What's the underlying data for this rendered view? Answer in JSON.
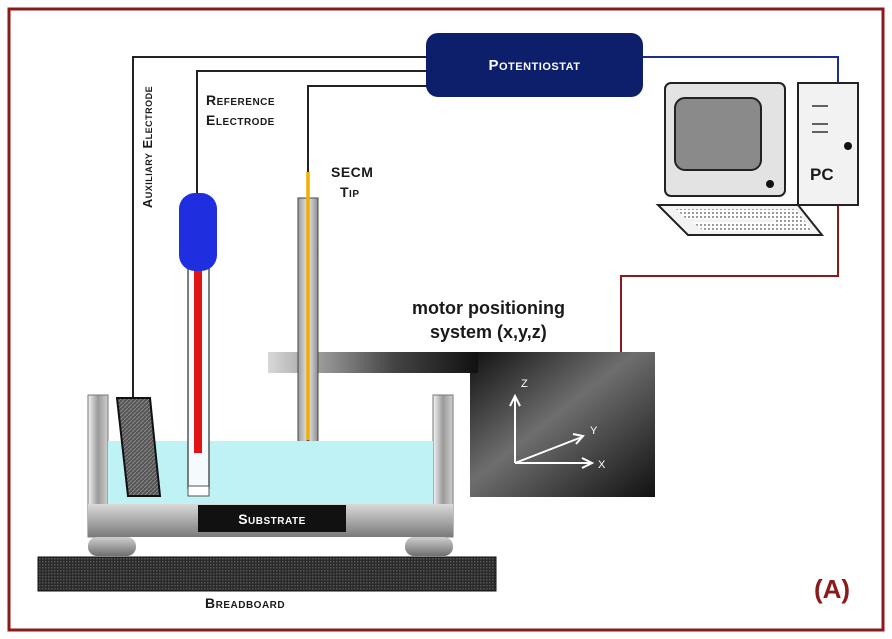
{
  "labels": {
    "potentiostat": "Potentiostat",
    "auxiliary_electrode": "Auxiliary Electrode",
    "reference_electrode_line1": "Reference",
    "reference_electrode_line2": "Electrode",
    "secm_tip_line1": "SECM",
    "secm_tip_line2": "Tip",
    "pc": "PC",
    "motor_line1": "motor positioning",
    "motor_line2": "system (x,y,z)",
    "substrate": "Substrate",
    "breadboard": "Breadboard",
    "panel_label": "(A)"
  },
  "axes": {
    "z": "Z",
    "y": "Y",
    "x": "X"
  },
  "colors": {
    "frame": "#8b1a1a",
    "potentiostat_fill": "#0d1f6b",
    "potentiostat_text": "#ffffff",
    "electrolyte": "#bff2f5",
    "reference_cap": "#1f2fe0",
    "reference_wire": "#e01414",
    "tip_wire": "#f0b000",
    "pc_cable": "#8b1a1a",
    "panel_label": "#8b1a1a"
  }
}
